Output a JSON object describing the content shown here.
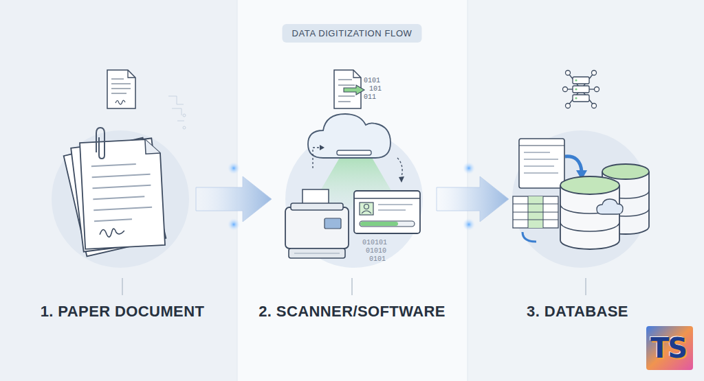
{
  "diagram": {
    "title": "DATA DIGITIZATION FLOW",
    "nodes": [
      {
        "text": [
          "1. PAPER DOCUMENT"
        ]
      },
      {
        "text": [
          "2. SCANNER/SOFTWARE"
        ]
      },
      {
        "text": [
          "3. DATABASE"
        ]
      }
    ],
    "edges": [
      {
        "from": 0,
        "to": 1,
        "arrow": "to"
      },
      {
        "from": 1,
        "to": 2,
        "arrow": "to"
      }
    ],
    "labels": [
      "0101",
      "101",
      "011",
      "010101",
      "01010",
      "0101",
      "TS"
    ]
  }
}
